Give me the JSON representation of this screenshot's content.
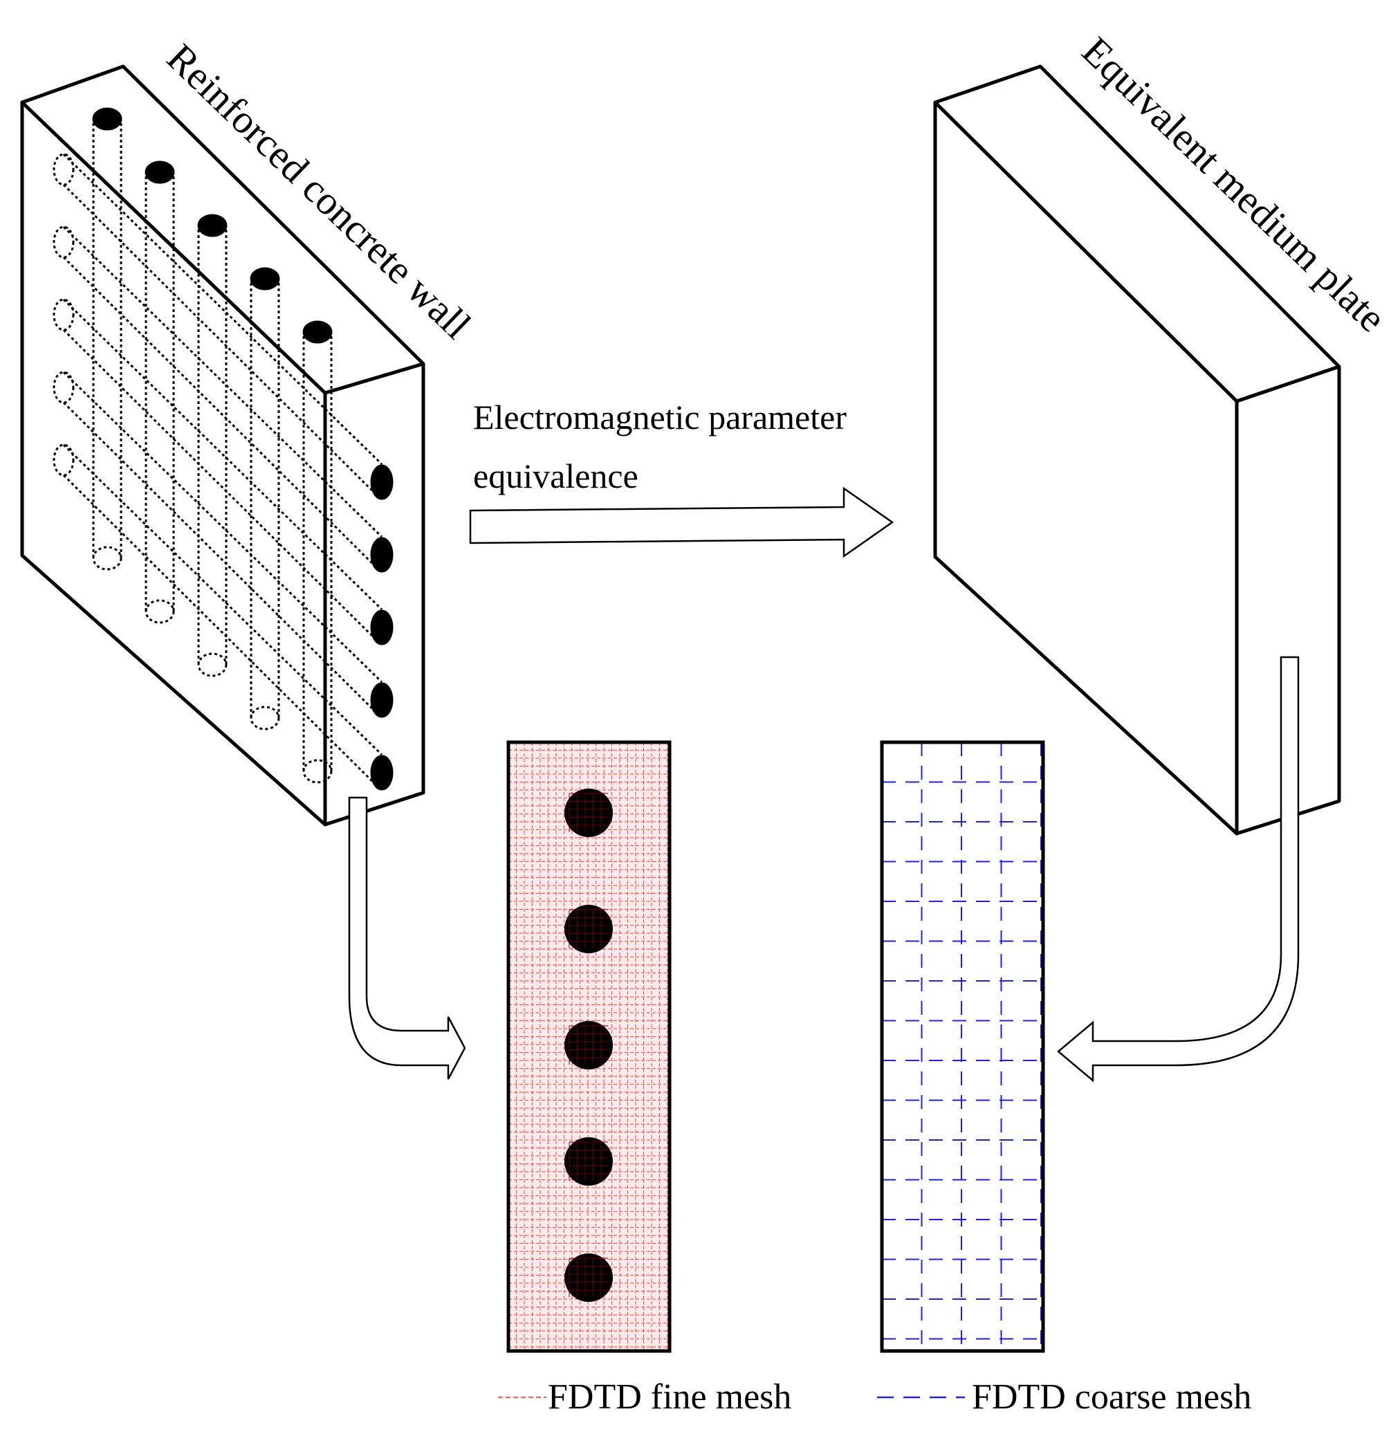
{
  "labels": {
    "wall": "Reinforced concrete wall",
    "plate": "Equivalent medium plate",
    "equivalence_line1": "Electromagnetic parameter",
    "equivalence_line2": "equivalence"
  },
  "legend": {
    "fine": "FDTD fine mesh",
    "coarse": "FDTD coarse mesh"
  },
  "colors": {
    "fine_mesh": "#ff5a5a",
    "coarse_mesh": "#1f1fe0",
    "panel_fill": "#fdeaea",
    "ink": "#000000"
  },
  "rebar": {
    "vertical_bars": 5,
    "horizontal_bars": 5,
    "cross_section_bars": 5
  }
}
